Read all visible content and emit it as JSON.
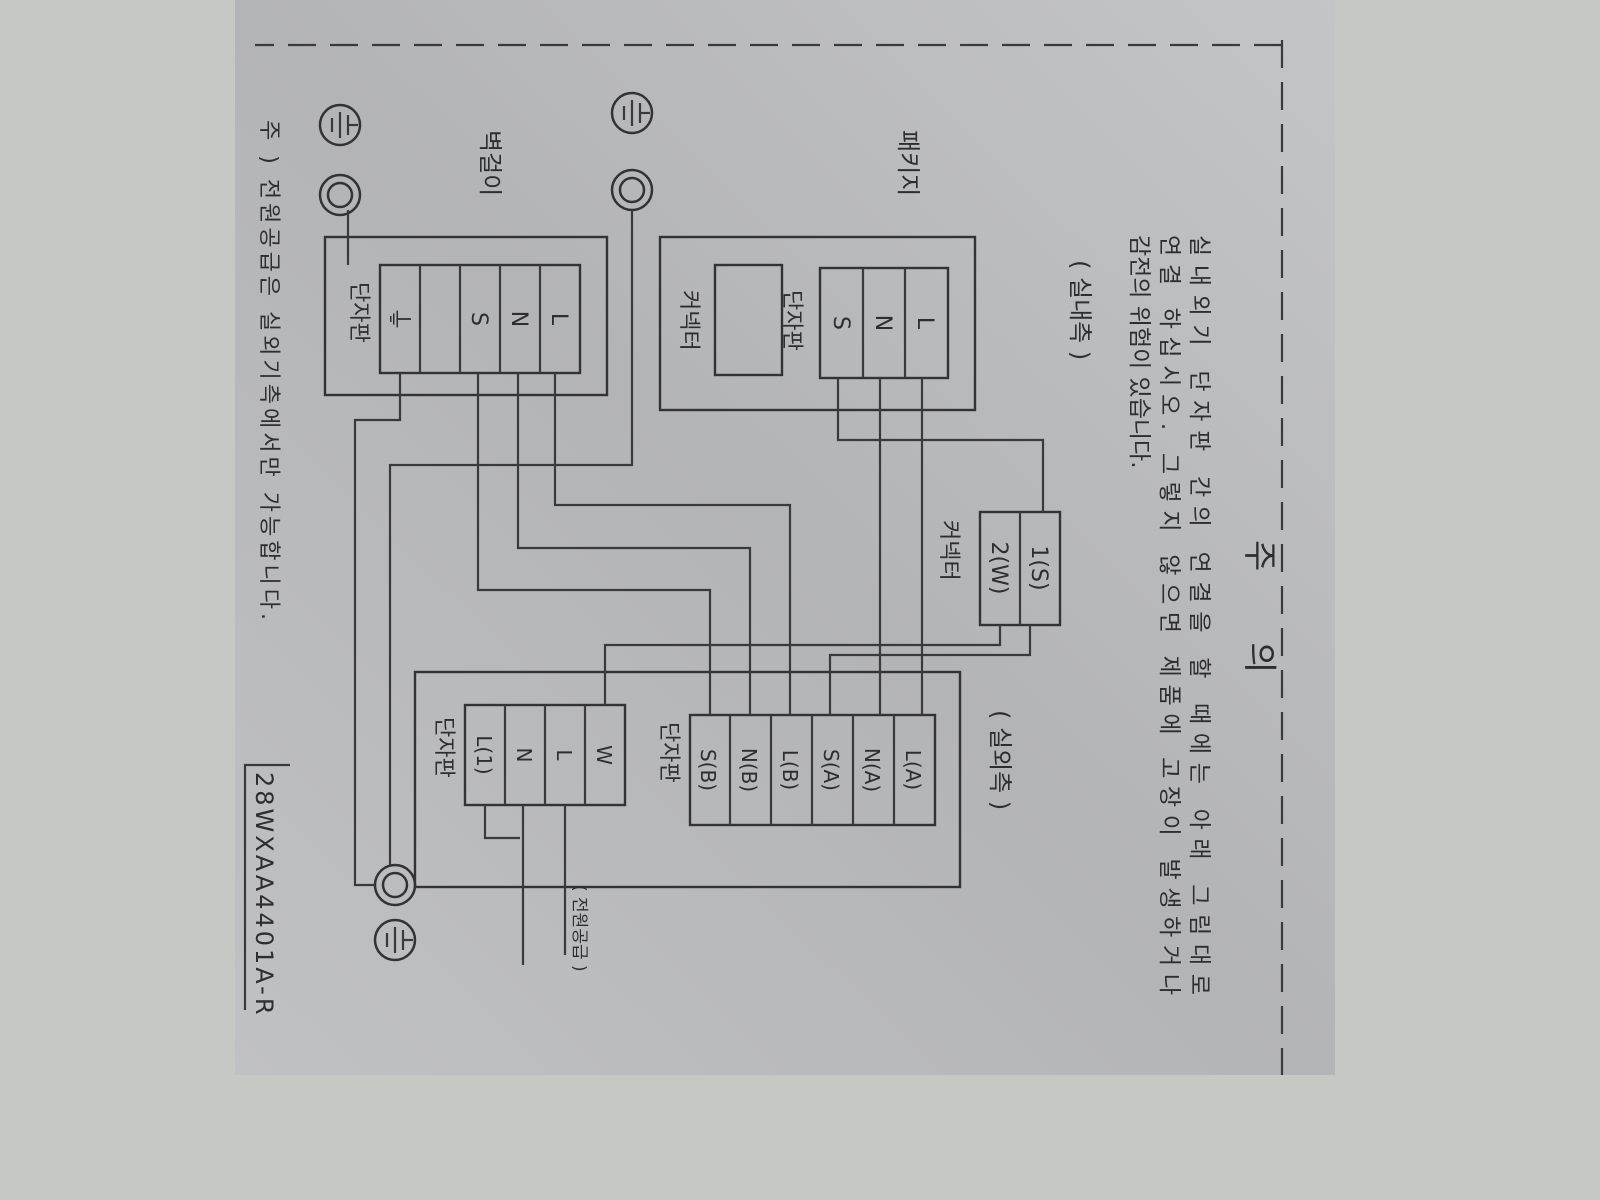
{
  "colors": {
    "background": "#c6c9c3",
    "plate": "#bcbdbe",
    "line": "#3a3a3a"
  },
  "title": "주 의",
  "notice": [
    "실내외기 단자판 간의 연결을 할 때에는 아래 그림대로",
    "연결 하십시오. 그렇지 않으면 제품에 고장이 발생하거나",
    "감전의 위험이 있습니다."
  ],
  "indoor": {
    "label": "( 실내측 )",
    "package": {
      "label": "패키지",
      "terminals": [
        "L",
        "N",
        "S"
      ],
      "terminal_label": "단자판",
      "connector_label": "커넥터"
    },
    "wall": {
      "label": "벽걸이",
      "terminals": [
        "L",
        "N",
        "S",
        "",
        "⏚"
      ],
      "terminal_label": "단자판"
    }
  },
  "connector": {
    "label": "커넥터",
    "pins": [
      "1(S)",
      "2(W)"
    ]
  },
  "outdoor": {
    "label": "( 실외측 )",
    "terminals": [
      "L(A)",
      "N(A)",
      "S(A)",
      "L(B)",
      "N(B)",
      "S(B)"
    ],
    "terminal_label": "단자판",
    "power_terminals": [
      "W",
      "L",
      "N",
      "L(1)"
    ],
    "power_terminal_label": "단자판",
    "power_label": "( 전원공급 )"
  },
  "footnote": "주 ) 전원공급은 실외기측에서만 가능합니다.",
  "model": "28WXAA4401A-R",
  "icons": [
    "ground-icon",
    "terminal-ring-icon"
  ]
}
